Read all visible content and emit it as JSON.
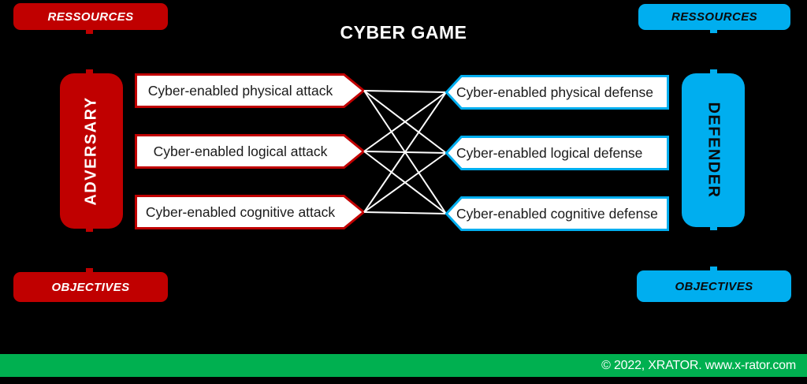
{
  "title": "CYBER GAME",
  "colors": {
    "background": "#000000",
    "adversary_red": "#C00000",
    "defender_blue": "#00AEEF",
    "footer_green": "#00B050",
    "connector_line": "#FFFFFF"
  },
  "adversary": {
    "resources_label": "RESSOURCES",
    "role_label": "ADVERSARY",
    "objectives_label": "OBJECTIVES",
    "actions": [
      "Cyber-enabled physical attack",
      "Cyber-enabled logical attack",
      "Cyber-enabled cognitive attack"
    ]
  },
  "defender": {
    "resources_label": "RESSOURCES",
    "role_label": "DEFENDER",
    "objectives_label": "OBJECTIVES",
    "actions": [
      "Cyber-enabled physical defense",
      "Cyber-enabled logical defense",
      "Cyber-enabled cognitive defense"
    ]
  },
  "footer": {
    "copyright": "© 2022, XRATOR. www.x-rator.com"
  }
}
